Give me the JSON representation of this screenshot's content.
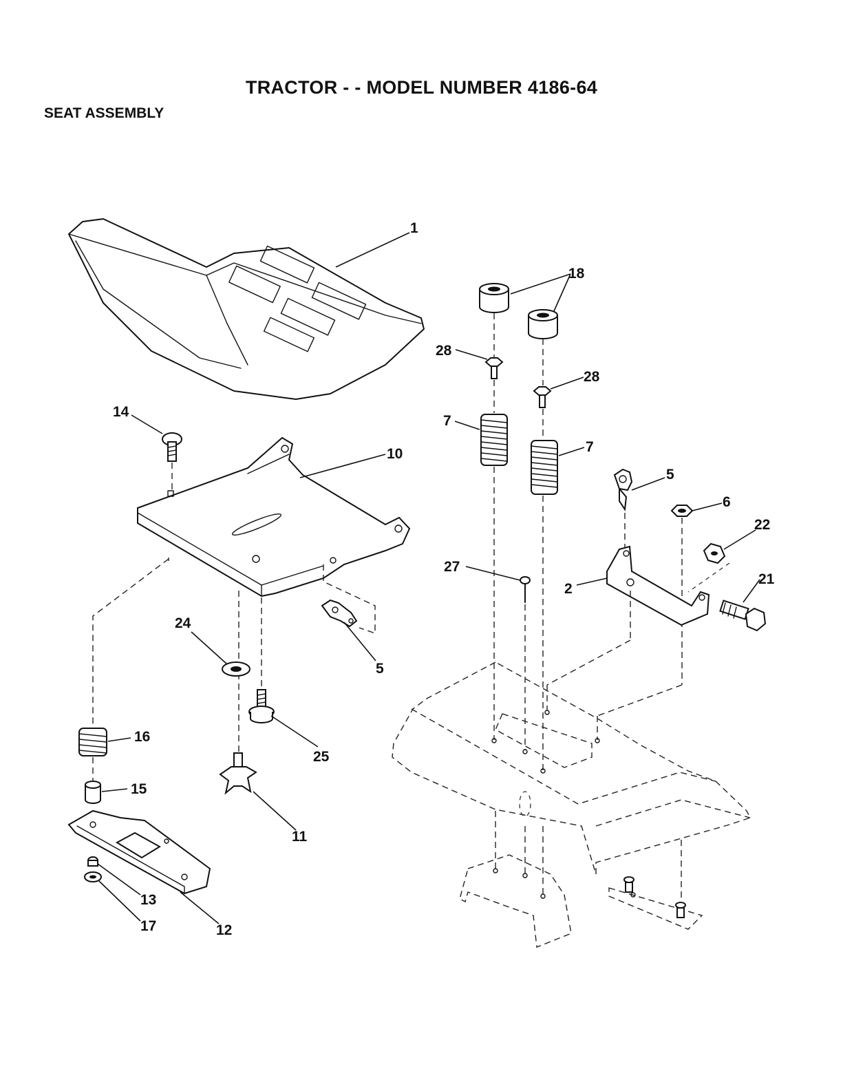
{
  "title": "TRACTOR - - MODEL NUMBER 4186-64",
  "subtitle": "SEAT ASSEMBLY",
  "callouts": {
    "c1": "1",
    "c18": "18",
    "c28a": "28",
    "c28b": "28",
    "c7a": "7",
    "c7b": "7",
    "c14": "14",
    "c10": "10",
    "c5a": "5",
    "c5b": "5",
    "c6": "6",
    "c22": "22",
    "c27": "27",
    "c2": "2",
    "c21": "21",
    "c24": "24",
    "c25": "25",
    "c16": "16",
    "c15": "15",
    "c11": "11",
    "c13": "13",
    "c17": "17",
    "c12": "12"
  }
}
